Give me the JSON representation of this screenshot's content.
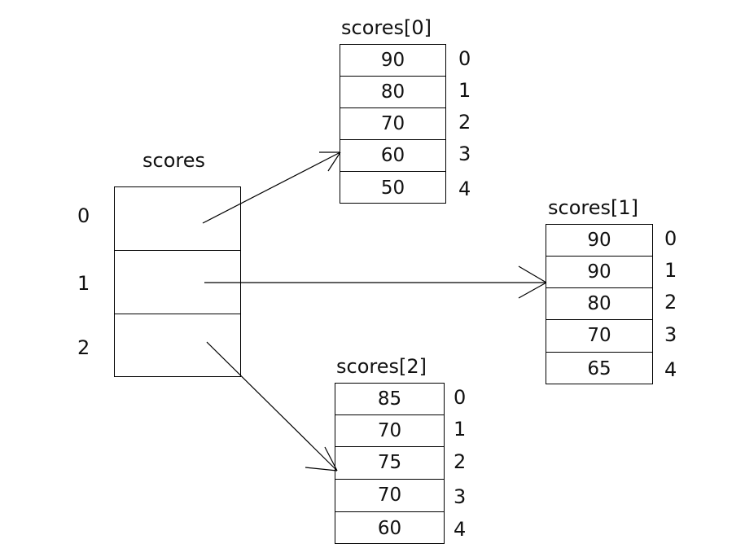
{
  "diagram": {
    "title": "scores",
    "description": "Array of arrays (2D jagged array) pointer diagram",
    "root_array": {
      "name": "scores",
      "label": "scores",
      "indices": [
        "0",
        "1",
        "2"
      ],
      "cells": [
        "",
        "",
        ""
      ]
    },
    "sub_arrays": [
      {
        "name": "scores[0]",
        "label": "scores[0]",
        "indices": [
          "0",
          "1",
          "2",
          "3",
          "4"
        ],
        "values": [
          "90",
          "80",
          "70",
          "60",
          "50"
        ]
      },
      {
        "name": "scores[1]",
        "label": "scores[1]",
        "indices": [
          "0",
          "1",
          "2",
          "3",
          "4"
        ],
        "values": [
          "90",
          "90",
          "80",
          "70",
          "65"
        ]
      },
      {
        "name": "scores[2]",
        "label": "scores[2]",
        "indices": [
          "0",
          "1",
          "2",
          "3",
          "4"
        ],
        "values": [
          "85",
          "70",
          "75",
          "70",
          "60"
        ]
      }
    ],
    "pointers": [
      {
        "name": "pointer-0",
        "from": "scores[0] cell",
        "to": "scores[0]"
      },
      {
        "name": "pointer-1",
        "from": "scores[1] cell",
        "to": "scores[1]"
      },
      {
        "name": "pointer-2",
        "from": "scores[2] cell",
        "to": "scores[2]"
      }
    ],
    "colors": {
      "stroke": "#000000",
      "text": "#111111",
      "background": "#ffffff"
    }
  }
}
